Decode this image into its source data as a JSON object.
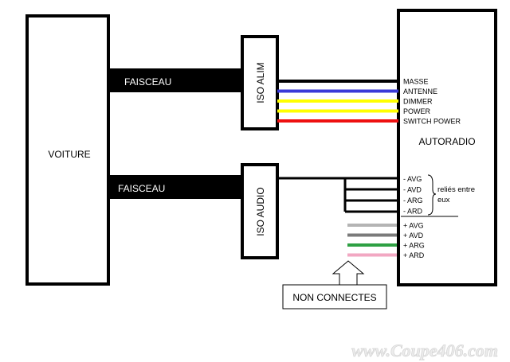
{
  "blocks": {
    "voiture": "VOITURE",
    "autoradio": "AUTORADIO",
    "iso_alim": "ISO ALIM",
    "iso_audio": "ISO AUDIO"
  },
  "harness": {
    "top": "FAISCEAU",
    "bottom": "FAISCEAU"
  },
  "power_wires": [
    {
      "label": "MASSE",
      "color": "#000000"
    },
    {
      "label": "ANTENNE",
      "color": "#3a3ad8"
    },
    {
      "label": "DIMMER",
      "color": "#ffff00"
    },
    {
      "label": "POWER",
      "color": "#ffff00"
    },
    {
      "label": "SWITCH POWER",
      "color": "#ee1111"
    }
  ],
  "audio_minus": [
    "- AVG",
    "- AVD",
    "- ARG",
    "- ARD"
  ],
  "audio_minus_note_1": "reliés entre",
  "audio_minus_note_2": "eux",
  "audio_plus": [
    {
      "label": "+ AVG",
      "color": "#b4b4b4"
    },
    {
      "label": "+ AVD",
      "color": "#7a7a7a"
    },
    {
      "label": "+ ARG",
      "color": "#2ea043"
    },
    {
      "label": "+ ARD",
      "color": "#f2a7c2"
    }
  ],
  "callout": "NON CONNECTES",
  "watermark": "www.Coupe406.com"
}
